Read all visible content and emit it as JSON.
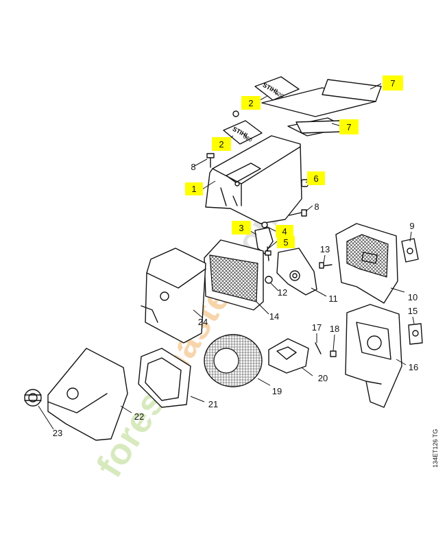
{
  "diagram": {
    "part_labels": [
      "1",
      "2",
      "2",
      "3",
      "4",
      "5",
      "6",
      "7",
      "7",
      "8",
      "8",
      "9",
      "10",
      "11",
      "12",
      "13",
      "14",
      "15",
      "16",
      "17",
      "18",
      "19",
      "20",
      "21",
      "22",
      "23",
      "24"
    ],
    "highlighted_labels": [
      "1",
      "2",
      "3",
      "4",
      "5",
      "6",
      "7"
    ],
    "decal_text": "STIHL",
    "decal_model": "020",
    "reference_code": "134ET126 TG",
    "watermark": "forestmaster.com",
    "highlight_color": "#ffff00",
    "watermark_colors": [
      "#b8d98a",
      "#f2b36a",
      "#c9c9c9"
    ]
  }
}
